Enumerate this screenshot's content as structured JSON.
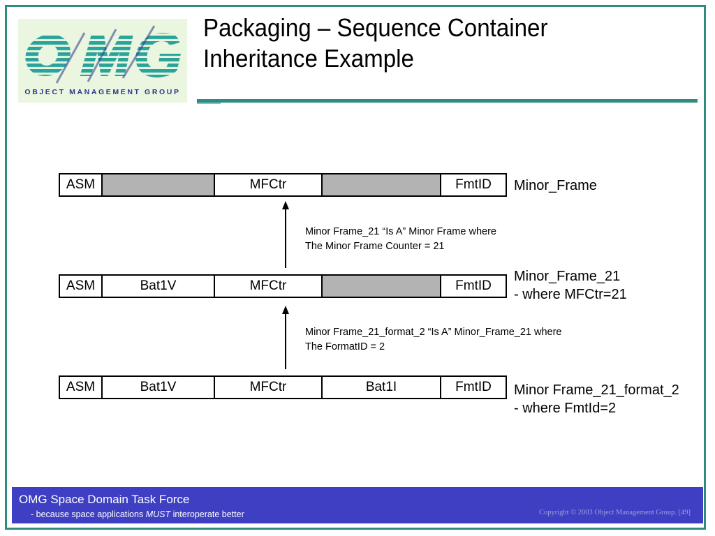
{
  "slide": {
    "title_line1": "Packaging – Sequence Container",
    "title_line2": "Inheritance Example"
  },
  "logo": {
    "letters": "OMG",
    "subtitle": "OBJECT MANAGEMENT GROUP"
  },
  "frames": [
    {
      "cells": [
        "ASM",
        "",
        "MFCtr",
        "",
        "FmtID"
      ],
      "label_line1": "Minor_Frame",
      "label_line2": ""
    },
    {
      "cells": [
        "ASM",
        "Bat1V",
        "MFCtr",
        "",
        "FmtID"
      ],
      "label_line1": "Minor_Frame_21",
      "label_line2": "- where MFCtr=21"
    },
    {
      "cells": [
        "ASM",
        "Bat1V",
        "MFCtr",
        "Bat1I",
        "FmtID"
      ],
      "label_line1": "Minor Frame_21_format_2",
      "label_line2": "- where FmtId=2"
    }
  ],
  "relations": [
    {
      "line1": "Minor Frame_21 “Is A” Minor Frame where",
      "line2": "The Minor Frame Counter = 21"
    },
    {
      "line1": "Minor Frame_21_format_2  “Is A” Minor_Frame_21 where",
      "line2": "The FormatID = 2"
    }
  ],
  "footer": {
    "title": "OMG Space Domain Task Force",
    "subtitle_pre": "- because space applications ",
    "subtitle_em": "MUST",
    "subtitle_post": " interoperate better",
    "copyright": "Copyright © 2003 Object Management Group. [49]"
  },
  "colors": {
    "border": "#2e8b80",
    "footer_bg": "#3f3fc4",
    "empty_cell": "#b3b3b3",
    "logo_letters": "#2aa39a",
    "logo_text": "#2a3a8a"
  }
}
